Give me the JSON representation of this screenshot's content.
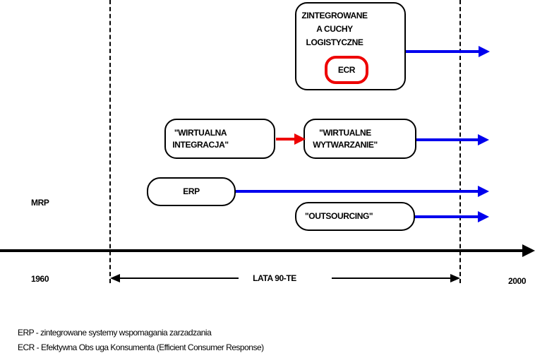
{
  "colors": {
    "blue": "#0000ee",
    "red": "#ee0000",
    "ink": "#000000"
  },
  "mrp_label": "MRP",
  "boxes": {
    "integrated": {
      "lines": [
        "ZINTEGROWANE",
        "A CUCHY",
        "LOGISTYCZNE"
      ],
      "badge": "ECR"
    },
    "virtual_integration": {
      "lines": [
        "\"WIRTUALNA",
        "INTEGRACJA\""
      ]
    },
    "virtual_manufacturing": {
      "lines": [
        "\"WIRTUALNE",
        "WYTWARZANIE\""
      ]
    },
    "erp": {
      "label": "ERP"
    },
    "outsourcing": {
      "label": "\"OUTSOURCING\""
    }
  },
  "timeline": {
    "start_label": "1960",
    "range_label": "LATA 90-TE",
    "end_label": "2000"
  },
  "legend": {
    "line1": "ERP - zintegrowane systemy wspomagania zarzadzania",
    "line2": "ECR - Efektywna Obs uga Konsumenta (Efficient Consumer Response)"
  }
}
